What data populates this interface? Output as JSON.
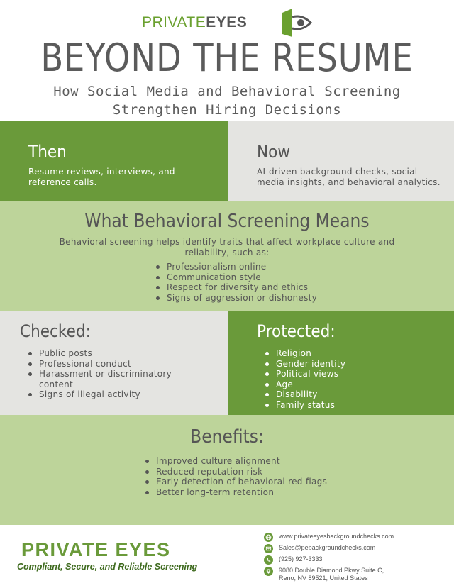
{
  "header": {
    "logo_part1": "PRIVATE",
    "logo_part2": "EYES",
    "title": "BEYOND THE RESUME",
    "subtitle_line1": "How Social Media and Behavioral Screening",
    "subtitle_line2": "Strengthen Hiring Decisions"
  },
  "then": {
    "heading": "Then",
    "text": "Resume reviews, interviews, and reference calls."
  },
  "now": {
    "heading": "Now",
    "text": "AI-driven background checks, social media insights, and behavioral analytics."
  },
  "means": {
    "heading": "What Behavioral Screening Means",
    "intro": "Behavioral screening helps identify traits that affect workplace culture and reliability, such as:",
    "items": [
      "Professionalism online",
      "Communication style",
      "Respect for diversity and ethics",
      "Signs of aggression or dishonesty"
    ]
  },
  "checked": {
    "heading": "Checked:",
    "items": [
      "Public posts",
      "Professional conduct",
      "Harassment or discriminatory content",
      "Signs of illegal activity"
    ]
  },
  "protected": {
    "heading": "Protected:",
    "items": [
      "Religion",
      "Gender identity",
      "Political views",
      "Age",
      "Disability",
      "Family status"
    ]
  },
  "benefits": {
    "heading": "Benefits:",
    "items": [
      "Improved culture alignment",
      "Reduced reputation risk",
      "Early detection of behavioral red flags",
      "Better long-term retention"
    ]
  },
  "footer": {
    "brand": "PRIVATE EYES",
    "tagline": "Compliant, Secure, and Reliable Screening",
    "website": "www.privateeyesbackgroundchecks.com",
    "email": "Sales@pebackgroundchecks.com",
    "phone": "(925) 927-3333",
    "address_line1": "9080 Double Diamond Pkwy Suite C,",
    "address_line2": "Reno, NV 89521, United States"
  },
  "colors": {
    "green": "#6a9a3a",
    "light_green": "#bdd49a",
    "grey": "#e4e4e1",
    "text": "#555555"
  },
  "icons": [
    "eye-door-logo-icon",
    "globe-icon",
    "mail-icon",
    "phone-icon",
    "location-pin-icon"
  ]
}
